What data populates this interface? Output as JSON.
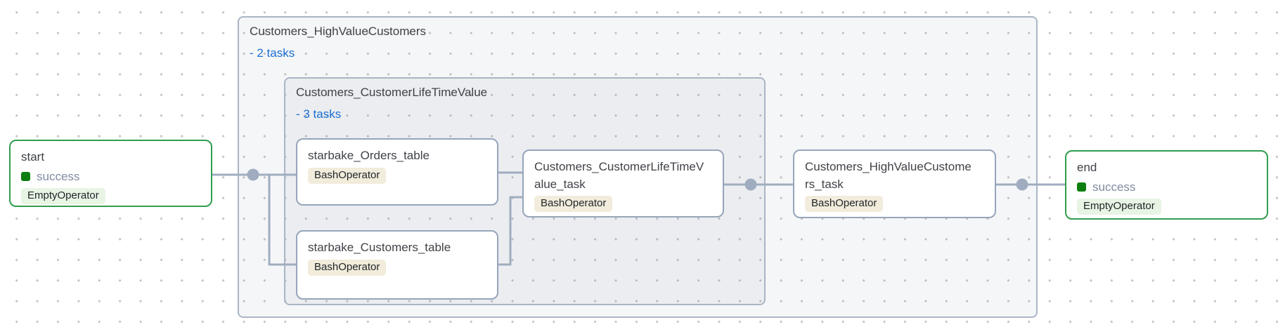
{
  "groups": {
    "outer": {
      "title": "Customers_HighValueCustomers",
      "toggle_label": "- 2 tasks"
    },
    "inner": {
      "title": "Customers_CustomerLifeTimeValue",
      "toggle_label": "- 3 tasks"
    }
  },
  "nodes": {
    "start": {
      "title": "start",
      "status": "success",
      "operator": "EmptyOperator"
    },
    "orders": {
      "title": "starbake_Orders_table",
      "operator": "BashOperator"
    },
    "customers": {
      "title": "starbake_Customers_table",
      "operator": "BashOperator"
    },
    "clv": {
      "title": "Customers_CustomerLifeTimeValue_task",
      "operator": "BashOperator"
    },
    "hvc": {
      "title": "Customers_HighValueCustomers_task",
      "operator": "BashOperator"
    },
    "end": {
      "title": "end",
      "status": "success",
      "operator": "EmptyOperator"
    }
  },
  "colors": {
    "edge": "#a0adc0",
    "task_node_border": "#96a5bb",
    "group_border": "#aab5c5",
    "success_node_border": "#2f9e4f",
    "success_square": "#0d7e0f",
    "success_text": "#7f8ba0",
    "link_blue": "#1a6fd1",
    "empty_operator_badge_bg": "#e8f4e4",
    "bash_operator_badge_bg": "#f1ecdb",
    "node_title_text": "#3f4247"
  }
}
